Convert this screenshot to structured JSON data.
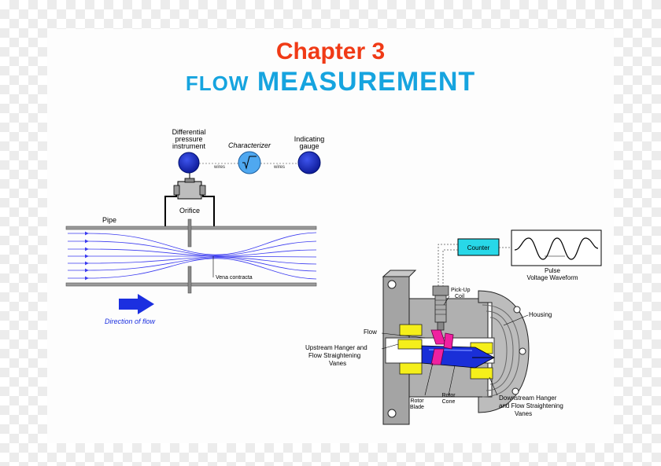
{
  "title": {
    "chapter": "Chapter 3",
    "flow": "FLOW",
    "measurement": "MEASUREMENT"
  },
  "orifice_diagram": {
    "differential_pressure_instrument": [
      "Differential",
      "pressure",
      "instrument"
    ],
    "characterizer": "Characterizer",
    "indicating_gauge": [
      "Indicating",
      "gauge"
    ],
    "wires_left": "wires",
    "wires_right": "wires",
    "pipe": "Pipe",
    "orifice": "Orifice",
    "vena_contracta": "Vena contracta",
    "direction_of_flow": "Direction of flow"
  },
  "turbine_diagram": {
    "counter": "Counter",
    "pulse_voltage_waveform": [
      "Pulse",
      "Voltage Waveform"
    ],
    "pick_up_coil": [
      "Pick-Up",
      "Coil"
    ],
    "housing": "Housing",
    "flow": "Flow",
    "upstream_hanger": [
      "Upstream Hanger and",
      "Flow Straightening",
      "Vanes"
    ],
    "rotor_blade": [
      "Rotor",
      "Blade"
    ],
    "rotor_cone": [
      "Rotor",
      "Cone"
    ],
    "downstream_hanger": [
      "Downstream Hanger",
      "and Flow Straightening",
      "Vanes"
    ]
  },
  "colors": {
    "chapter_title": "#f03a16",
    "flow_title": "#16a4df",
    "instrument_blue": "#1f2fd0",
    "characterizer": "#4fa8f0",
    "flow_lines": "#3a3af0",
    "counter_box": "#28d8e8",
    "vanes_yellow": "#f5ef1a",
    "rotor_magenta": "#f020a0"
  },
  "icons": [
    "square-root-icon",
    "direction-arrow-icon",
    "waveform-icon"
  ]
}
